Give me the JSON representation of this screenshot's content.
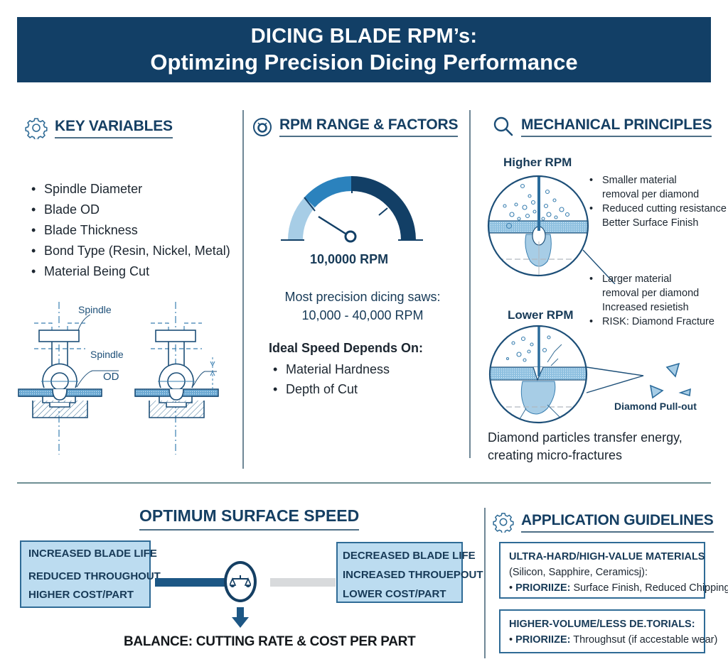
{
  "banner": {
    "title_line1": "DICING BLADE RPM’s:",
    "title_line2": "Optimzing Precision Dicing Performance",
    "background_color": "#123f66"
  },
  "key_variables": {
    "icon": "gear-icon",
    "title": "KEY VARIABLES",
    "items": [
      "Spindle Diameter",
      "Blade OD",
      "Blade Thickness",
      "Bond Type (Resin, Nickel, Metal)",
      "Material Being Cut"
    ],
    "diagram": {
      "label_spindle_top": "Spindle",
      "label_spindle_mid": "Spindle",
      "label_od": "OD"
    }
  },
  "rpm_range": {
    "icon": "target-icon",
    "title": "RPM RANGE & FACTORS",
    "gauge_value": "10,0000 RPM",
    "gauge_colors": [
      "#a7cde6",
      "#2b82bd",
      "#123f66"
    ],
    "most_line1": "Most precision dicing saws:",
    "most_line2": "10,000 - 40,000 RPM",
    "ideal_title": "Ideal Speed Depends On:",
    "ideal_items": [
      "Material Hardness",
      "Depth of Cut"
    ]
  },
  "mechanical": {
    "icon": "magnifier-icon",
    "title": "MECHANICAL PRINCIPLES",
    "higher": {
      "label": "Higher RPM",
      "lines": [
        {
          "bullet": true,
          "text": "Smaller material"
        },
        {
          "bullet": false,
          "text": "removal per diamond"
        },
        {
          "bullet": true,
          "text": "Reduced cutting resistance"
        },
        {
          "bullet": false,
          "text": "Better Surface Finish"
        }
      ]
    },
    "lower": {
      "label": "Lower RPM",
      "lines": [
        {
          "bullet": true,
          "text": "Larger material"
        },
        {
          "bullet": false,
          "text": "removal per diamond"
        },
        {
          "bullet": false,
          "text": "Increased resietish"
        },
        {
          "bullet": true,
          "text": "RISK: Diamond Fracture"
        }
      ]
    },
    "pullout_label": "Diamond Pull-out",
    "energy_line1": "Diamond particles transfer energy,",
    "energy_line2": "creating micro-fractures"
  },
  "optimum": {
    "title": "OPTIMUM SURFACE SPEED",
    "left_box": [
      "INCREASED BLADE LIFE",
      "REDUCED THROUGHOUT",
      "HIGHER COST/PART"
    ],
    "right_box": [
      "DECREASED BLADE LIFE",
      "INCREASED THROUEPOUT",
      "LOWER COST/PART"
    ],
    "center_icon": "balance-scale-icon",
    "balance_text": "BALANCE: CUTTING RATE & COST PER PART"
  },
  "application": {
    "icon": "gear-icon",
    "title": "APPLICATION GUIDELINES",
    "box1": {
      "heading": "ULTRA-HARD/HIGH-VALUE MATERIALS",
      "sub": "(Silicon, Sapphire, Ceramicsj):",
      "priority_label": "PRIORIIZE:",
      "priority_text": "Surface Finish, Reduced Chipping"
    },
    "box2": {
      "heading": "HIGHER-VOLUME/LESS DE.TORIALS:",
      "priority_label": "PRIORIIZE:",
      "priority_text": "Throughsut (if accestable wear)"
    }
  }
}
